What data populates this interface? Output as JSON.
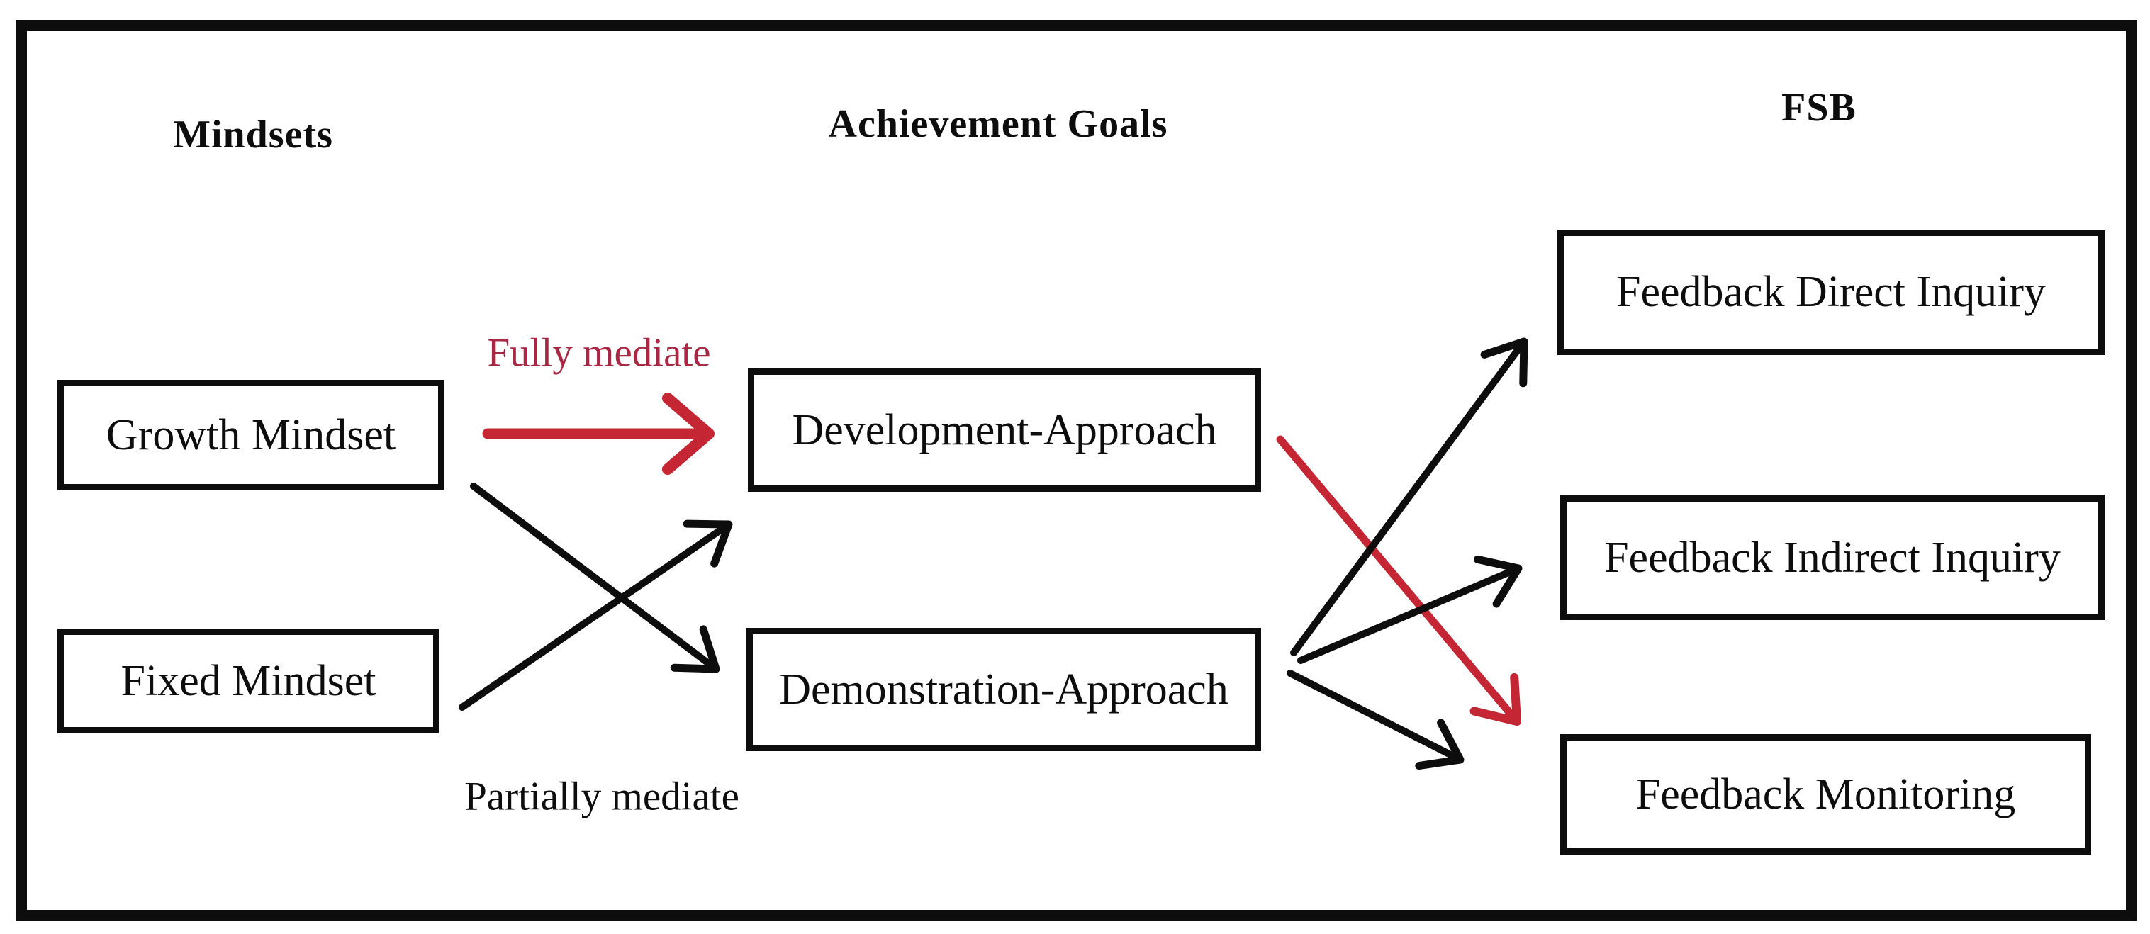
{
  "figure": {
    "columns": [
      {
        "id": "mindsets",
        "title": "Mindsets"
      },
      {
        "id": "achievement_goals",
        "title": "Achievement Goals"
      },
      {
        "id": "fsb",
        "title": "FSB"
      }
    ],
    "nodes": [
      {
        "id": "growth_mindset",
        "label": "Growth Mindset"
      },
      {
        "id": "fixed_mindset",
        "label": "Fixed Mindset"
      },
      {
        "id": "development_approach",
        "label": "Development-Approach"
      },
      {
        "id": "demonstration_approach",
        "label": "Demonstration-Approach"
      },
      {
        "id": "feedback_direct_inquiry",
        "label": "Feedback Direct Inquiry"
      },
      {
        "id": "feedback_indirect_inquiry",
        "label": "Feedback Indirect Inquiry"
      },
      {
        "id": "feedback_monitoring",
        "label": "Feedback Monitoring"
      }
    ],
    "edge_labels": {
      "fully_mediate": "Fully mediate",
      "partially_mediate": "Partially mediate"
    },
    "edges": [
      {
        "from": "growth_mindset",
        "to": "development_approach",
        "color": "red",
        "label": "Fully mediate"
      },
      {
        "from": "growth_mindset",
        "to": "demonstration_approach",
        "color": "black",
        "label": "Partially mediate"
      },
      {
        "from": "fixed_mindset",
        "to": "development_approach",
        "color": "black",
        "label": "Partially mediate"
      },
      {
        "from": "development_approach",
        "to": "feedback_monitoring",
        "color": "red"
      },
      {
        "from": "demonstration_approach",
        "to": "feedback_direct_inquiry",
        "color": "black"
      },
      {
        "from": "demonstration_approach",
        "to": "feedback_indirect_inquiry",
        "color": "black"
      },
      {
        "from": "demonstration_approach",
        "to": "feedback_monitoring",
        "color": "black"
      }
    ],
    "colors": {
      "red_arrow": "#c52634",
      "red_label": "#a82742",
      "ink": "#0d0d0d",
      "background": "#ffffff"
    }
  }
}
